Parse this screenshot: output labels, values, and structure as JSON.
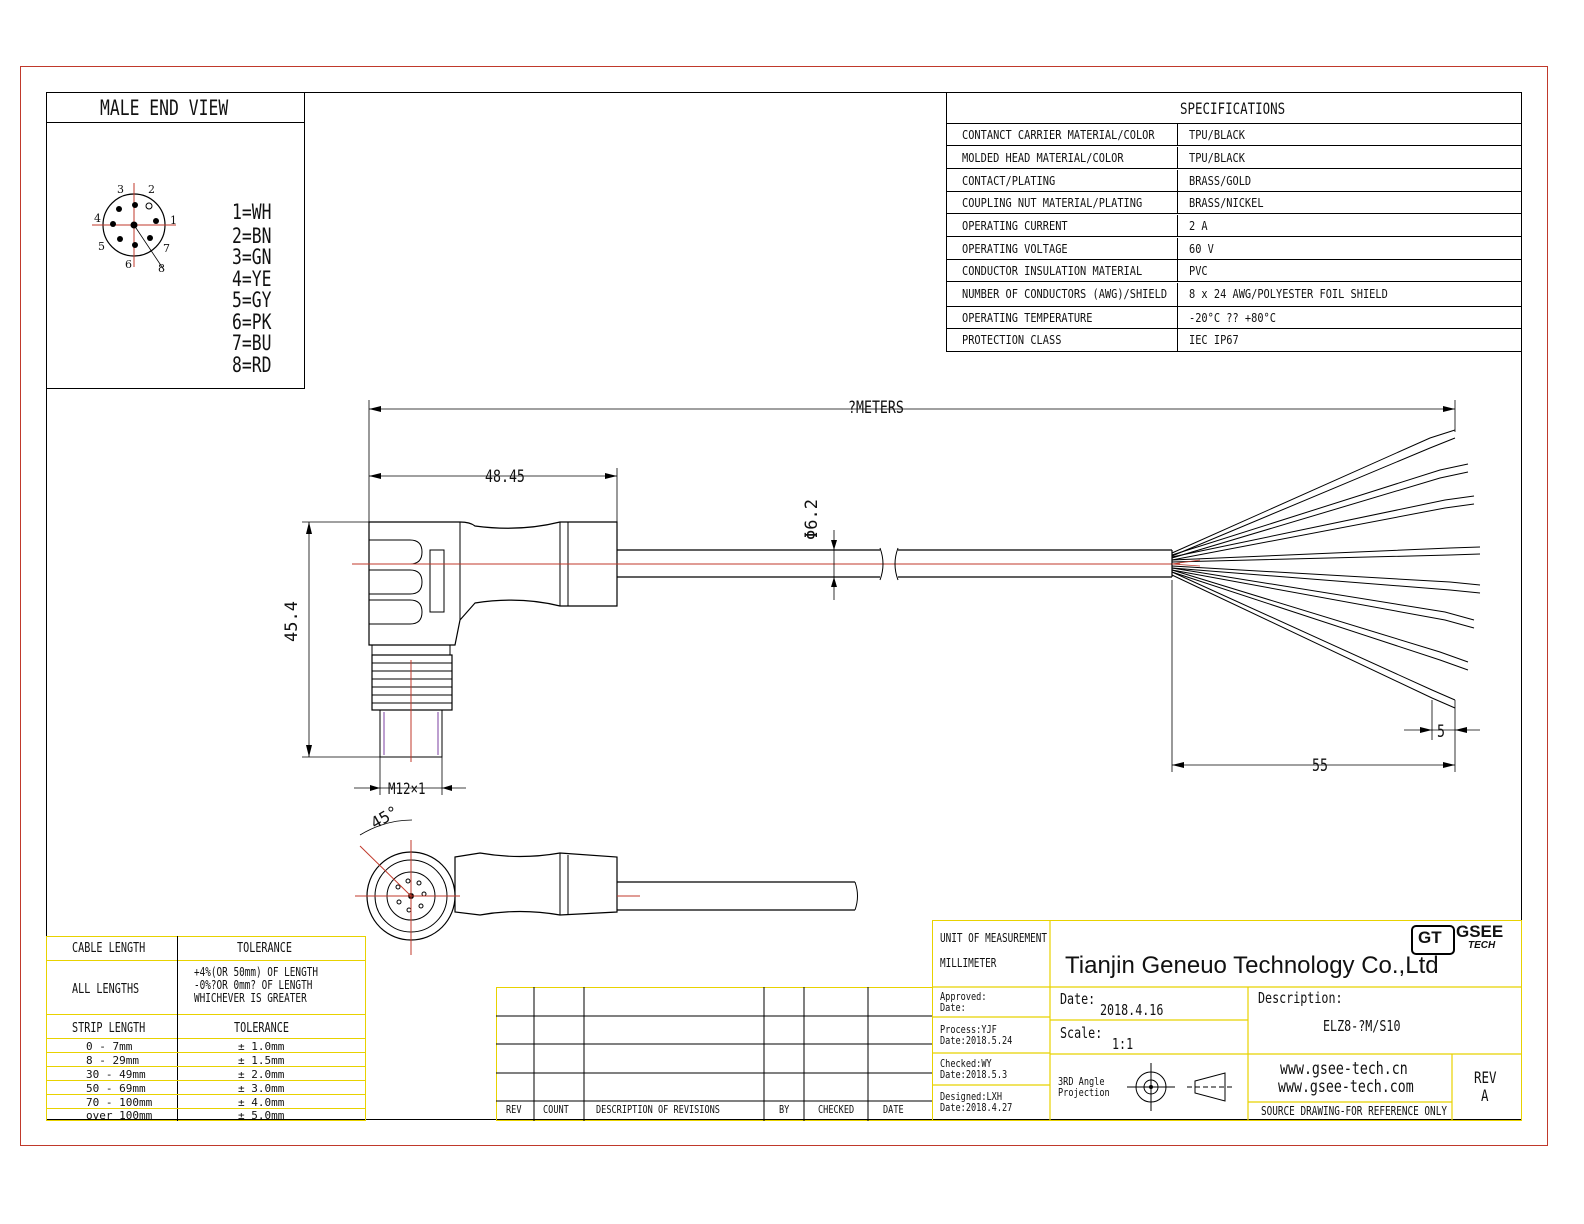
{
  "male_end_view": {
    "title": "MALE END VIEW",
    "pin_numbers": [
      "1",
      "2",
      "3",
      "4",
      "5",
      "6",
      "7",
      "8"
    ],
    "wires": [
      "1=WH",
      "2=BN",
      "3=GN",
      "4=YE",
      "5=GY",
      "6=PK",
      "7=BU",
      "8=RD"
    ]
  },
  "specifications": {
    "title": "SPECIFICATIONS",
    "rows": [
      {
        "key": "CONTANCT CARRIER MATERIAL/COLOR",
        "value": "TPU/BLACK"
      },
      {
        "key": "MOLDED HEAD MATERIAL/COLOR",
        "value": "TPU/BLACK"
      },
      {
        "key": "CONTACT/PLATING",
        "value": "BRASS/GOLD"
      },
      {
        "key": "COUPLING NUT MATERIAL/PLATING",
        "value": "BRASS/NICKEL"
      },
      {
        "key": "OPERATING CURRENT",
        "value": "2 A"
      },
      {
        "key": "OPERATING VOLTAGE",
        "value": "60 V"
      },
      {
        "key": "CONDUCTOR INSULATION MATERIAL",
        "value": "PVC"
      },
      {
        "key": "NUMBER OF CONDUCTORS (AWG)/SHIELD",
        "value": "8 x 24 AWG/POLYESTER FOIL SHIELD"
      },
      {
        "key": "OPERATING TEMPERATURE",
        "value": "-20°C ?? +80°C"
      },
      {
        "key": "PROTECTION CLASS",
        "value": "IEC  IP67"
      }
    ]
  },
  "dimensions": {
    "length": "?METERS",
    "head_length": "48.45",
    "diameter": "Φ6.2",
    "height": "45.4",
    "thread": "M12×1",
    "angle": "45°",
    "strip": "55",
    "tin": "5"
  },
  "tolerance_table": {
    "cable_length_label": "CABLE LENGTH",
    "tolerance_label": "TOLERANCE",
    "all_lengths": "ALL LENGTHS",
    "all_lengths_tol": [
      "+4%(OR 50mm) OF LENGTH",
      "-0%?OR 0mm? OF LENGTH",
      "WHICHEVER  IS  GREATER"
    ],
    "strip_length_label": "STRIP LENGTH",
    "strip_tolerance_label": "TOLERANCE",
    "rows": [
      {
        "len": "0 - 7mm",
        "tol": "± 1.0mm"
      },
      {
        "len": "8 - 29mm",
        "tol": "± 1.5mm"
      },
      {
        "len": "30 - 49mm",
        "tol": "± 2.0mm"
      },
      {
        "len": "50 - 69mm",
        "tol": "± 3.0mm"
      },
      {
        "len": "70 - 100mm",
        "tol": "± 4.0mm"
      },
      {
        "len": "over 100mm",
        "tol": "± 5.0mm"
      }
    ]
  },
  "revisions": {
    "headers": [
      "REV",
      "COUNT",
      "DESCRIPTION  OF  REVISIONS",
      "BY",
      "CHECKED",
      "DATE"
    ]
  },
  "title_block": {
    "unit_label": "UNIT OF MEASUREMENT",
    "unit_value": "MILLIMETER",
    "company": "Tianjin Geneuo Technology Co.,Ltd",
    "logo_gt": "GT",
    "logo_gsee": "GSEE",
    "logo_tech": "TECH",
    "approved": "Approved:",
    "approved_date": "Date:",
    "process": "Process:YJF",
    "process_date": "Date:2018.5.24",
    "checked": "Checked:WY",
    "checked_date": "Date:2018.5.3",
    "designed": "Designed:LXH",
    "designed_date": "Date:2018.4.27",
    "date_label": "Date:",
    "date_value": "2018.4.16",
    "scale_label": "Scale:",
    "scale_value": "1:1",
    "projection": [
      "3RD Angle",
      "Projection"
    ],
    "description_label": "Description:",
    "description_value": "ELZ8-?M/S10",
    "website1": "www.gsee-tech.cn",
    "website2": "www.gsee-tech.com",
    "rev_label": "REV",
    "rev_value": "A",
    "source_note": "SOURCE DRAWING-FOR REFERENCE ONLY"
  }
}
